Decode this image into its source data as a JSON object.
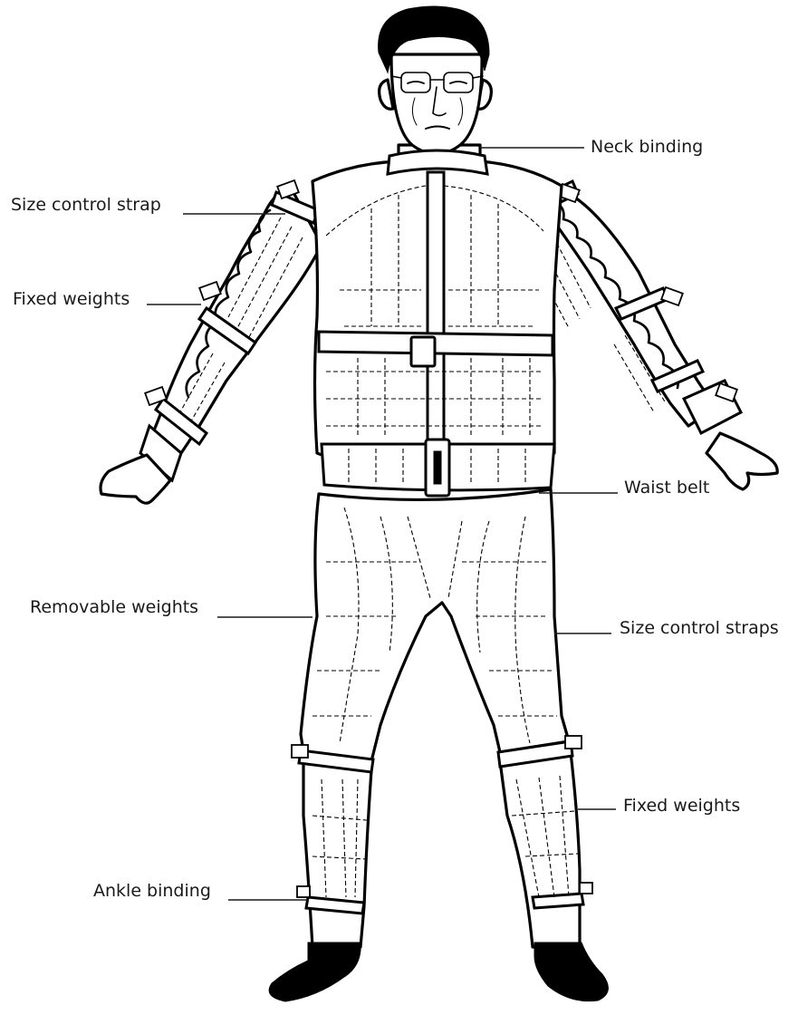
{
  "labels": {
    "neck_binding": "Neck binding",
    "size_control_strap": "Size control strap",
    "fixed_weights_arm": "Fixed weights",
    "waist_belt": "Waist belt",
    "removable_weights": "Removable weights",
    "size_control_straps": "Size control straps",
    "fixed_weights_leg": "Fixed weights",
    "ankle_binding": "Ankle binding"
  },
  "colors": {
    "ink": "#000000",
    "background": "#ffffff"
  }
}
